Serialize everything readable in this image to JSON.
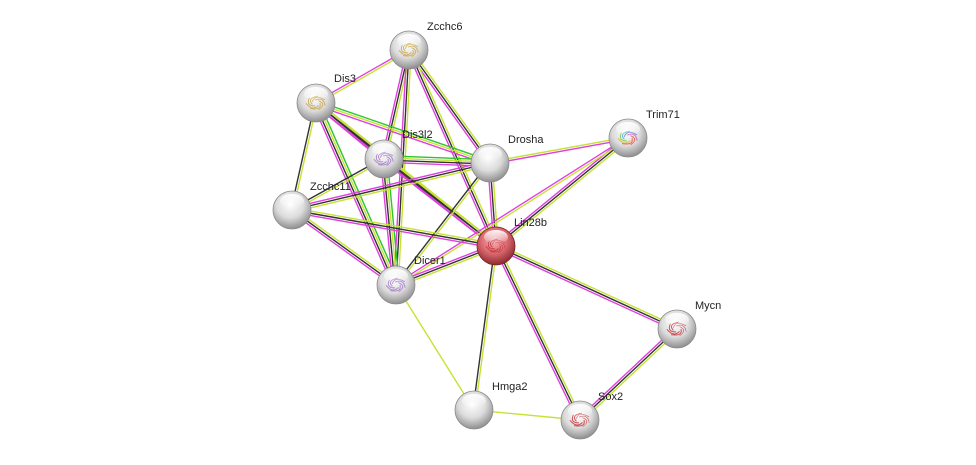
{
  "title": "Lin28b protein interaction network",
  "colors": {
    "textmining": "#c6e234",
    "coexpression": "#333333",
    "experiments": "#e040e0",
    "databases": "#2ec42e",
    "query_node": "#d9474f",
    "node": "#d0d0d0"
  },
  "nodes": [
    {
      "id": "Zcchc6",
      "label": "Zcchc6",
      "query": false,
      "structure": "gold"
    },
    {
      "id": "Dis3",
      "label": "Dis3",
      "query": false,
      "structure": "gold"
    },
    {
      "id": "Dis3l2",
      "label": "Dis3l2",
      "query": false,
      "structure": "purple"
    },
    {
      "id": "Drosha",
      "label": "Drosha",
      "query": false,
      "structure": "none"
    },
    {
      "id": "Trim71",
      "label": "Trim71",
      "query": false,
      "structure": "rainbow"
    },
    {
      "id": "Zcchc11",
      "label": "Zcchc11",
      "query": false,
      "structure": "none"
    },
    {
      "id": "Lin28b",
      "label": "Lin28b",
      "query": true,
      "structure": "red"
    },
    {
      "id": "Dicer1",
      "label": "Dicer1",
      "query": false,
      "structure": "purple"
    },
    {
      "id": "Mycn",
      "label": "Mycn",
      "query": false,
      "structure": "red"
    },
    {
      "id": "Hmga2",
      "label": "Hmga2",
      "query": false,
      "structure": "none"
    },
    {
      "id": "Sox2",
      "label": "Sox2",
      "query": false,
      "structure": "red"
    }
  ],
  "edges": [
    {
      "a": "Zcchc6",
      "b": "Dis3",
      "types": [
        "textmining",
        "experiments"
      ]
    },
    {
      "a": "Zcchc6",
      "b": "Dis3l2",
      "types": [
        "textmining",
        "coexpression",
        "experiments"
      ]
    },
    {
      "a": "Zcchc6",
      "b": "Drosha",
      "types": [
        "textmining",
        "coexpression",
        "experiments"
      ]
    },
    {
      "a": "Zcchc6",
      "b": "Lin28b",
      "types": [
        "textmining",
        "coexpression",
        "experiments"
      ]
    },
    {
      "a": "Zcchc6",
      "b": "Dicer1",
      "types": [
        "textmining",
        "coexpression",
        "experiments"
      ]
    },
    {
      "a": "Dis3",
      "b": "Dis3l2",
      "types": [
        "textmining",
        "coexpression",
        "experiments"
      ]
    },
    {
      "a": "Dis3",
      "b": "Drosha",
      "types": [
        "databases",
        "textmining",
        "experiments"
      ]
    },
    {
      "a": "Dis3",
      "b": "Zcchc11",
      "types": [
        "textmining",
        "coexpression"
      ]
    },
    {
      "a": "Dis3",
      "b": "Lin28b",
      "types": [
        "textmining",
        "coexpression",
        "experiments"
      ]
    },
    {
      "a": "Dis3",
      "b": "Dicer1",
      "types": [
        "databases",
        "textmining",
        "coexpression",
        "experiments"
      ]
    },
    {
      "a": "Dis3l2",
      "b": "Drosha",
      "types": [
        "databases",
        "textmining",
        "coexpression",
        "experiments"
      ]
    },
    {
      "a": "Dis3l2",
      "b": "Zcchc11",
      "types": [
        "textmining",
        "coexpression"
      ]
    },
    {
      "a": "Dis3l2",
      "b": "Lin28b",
      "types": [
        "textmining",
        "coexpression",
        "experiments"
      ]
    },
    {
      "a": "Dis3l2",
      "b": "Dicer1",
      "types": [
        "databases",
        "textmining",
        "coexpression",
        "experiments"
      ]
    },
    {
      "a": "Drosha",
      "b": "Trim71",
      "types": [
        "textmining",
        "experiments"
      ]
    },
    {
      "a": "Drosha",
      "b": "Zcchc11",
      "types": [
        "textmining",
        "coexpression",
        "experiments"
      ]
    },
    {
      "a": "Drosha",
      "b": "Lin28b",
      "types": [
        "textmining",
        "coexpression",
        "experiments"
      ]
    },
    {
      "a": "Drosha",
      "b": "Dicer1",
      "types": [
        "textmining",
        "coexpression"
      ]
    },
    {
      "a": "Trim71",
      "b": "Lin28b",
      "types": [
        "textmining",
        "coexpression",
        "experiments"
      ]
    },
    {
      "a": "Trim71",
      "b": "Dicer1",
      "types": [
        "textmining",
        "experiments"
      ]
    },
    {
      "a": "Zcchc11",
      "b": "Lin28b",
      "types": [
        "textmining",
        "coexpression",
        "experiments"
      ]
    },
    {
      "a": "Zcchc11",
      "b": "Dicer1",
      "types": [
        "textmining",
        "coexpression",
        "experiments"
      ]
    },
    {
      "a": "Lin28b",
      "b": "Dicer1",
      "types": [
        "textmining",
        "coexpression",
        "experiments"
      ]
    },
    {
      "a": "Lin28b",
      "b": "Mycn",
      "types": [
        "textmining",
        "coexpression",
        "experiments"
      ]
    },
    {
      "a": "Lin28b",
      "b": "Hmga2",
      "types": [
        "textmining",
        "coexpression"
      ]
    },
    {
      "a": "Lin28b",
      "b": "Sox2",
      "types": [
        "textmining",
        "coexpression",
        "experiments"
      ]
    },
    {
      "a": "Mycn",
      "b": "Sox2",
      "types": [
        "textmining",
        "coexpression",
        "experiments"
      ]
    },
    {
      "a": "Dicer1",
      "b": "Hmga2",
      "types": [
        "textmining"
      ]
    },
    {
      "a": "Hmga2",
      "b": "Sox2",
      "types": [
        "textmining"
      ]
    }
  ]
}
